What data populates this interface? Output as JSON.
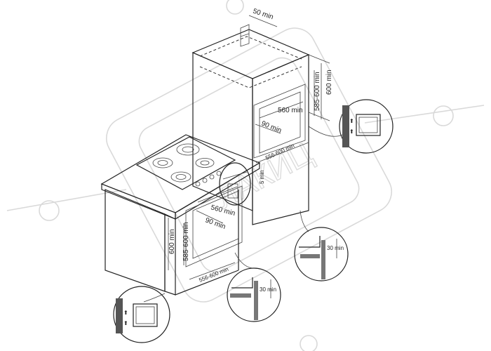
{
  "labels": {
    "top_gap": "50 min",
    "upper_height_range": "585-600 min",
    "upper_height": "600 min",
    "upper_depth": "560 min",
    "upper_offset": "90 min",
    "upper_width": "556-600 min",
    "lower_depth": "560 min",
    "lower_offset": "90 min",
    "lower_height": "600 min",
    "lower_height_range": "585-600 min",
    "lower_width": "556-600 min",
    "side_gap": "5 min",
    "detail_gap_left": "30 min",
    "detail_gap_right": "30 min"
  },
  "colors": {
    "line": "#222222",
    "watermark": "#d9d9d9",
    "background": "#ffffff"
  }
}
